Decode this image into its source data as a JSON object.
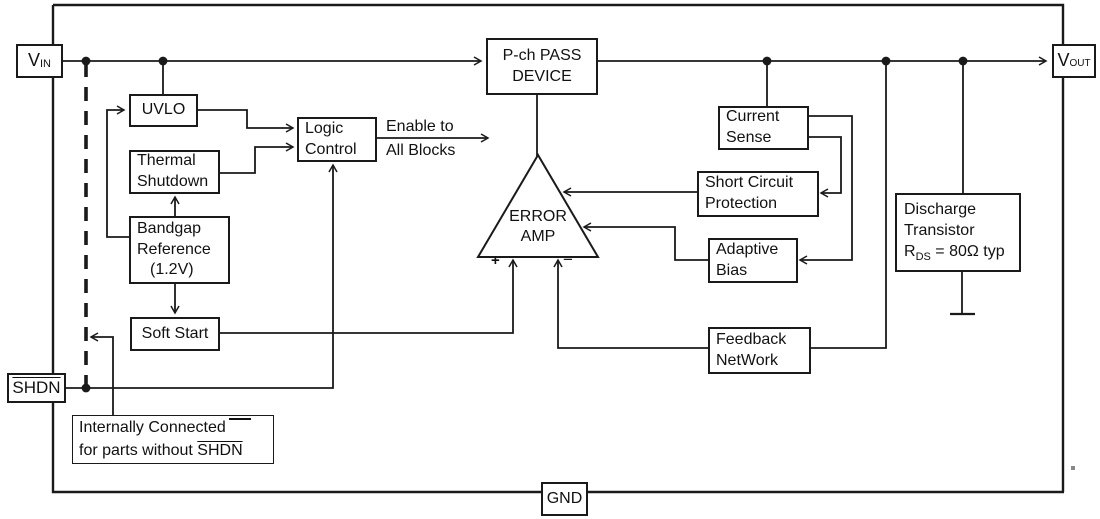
{
  "diagram": {
    "pins": {
      "vin": {
        "main": "V",
        "sub": "IN"
      },
      "vout": {
        "main": "V",
        "sub": "OUT"
      },
      "shdn": {
        "label": "SHDN"
      },
      "gnd": {
        "label": "GND"
      }
    },
    "blocks": {
      "uvlo": {
        "label": "UVLO"
      },
      "thermal_shutdown": {
        "line1": "Thermal",
        "line2": "Shutdown"
      },
      "bandgap": {
        "line1": "Bandgap",
        "line2": "Reference",
        "line3": "(1.2V)"
      },
      "soft_start": {
        "label": "Soft Start"
      },
      "logic_control": {
        "line1": "Logic",
        "line2": "Control"
      },
      "pass_device": {
        "line1": "P-ch PASS",
        "line2": "DEVICE"
      },
      "error_amp": {
        "line1": "ERROR",
        "line2": "AMP",
        "plus": "+",
        "minus": "−"
      },
      "current_sense": {
        "line1": "Current",
        "line2": "Sense"
      },
      "short_circuit": {
        "line1": "Short Circuit",
        "line2": "Protection"
      },
      "adaptive_bias": {
        "line1": "Adaptive",
        "line2": "Bias"
      },
      "feedback": {
        "line1": "Feedback",
        "line2": "NetWork"
      },
      "discharge": {
        "line1": "Discharge",
        "line2": "Transistor",
        "r": "R",
        "r_sub": "DS",
        "r_rest": " = 80Ω typ"
      }
    },
    "annotations": {
      "enable": {
        "line1": "Enable to",
        "line2": "All Blocks"
      },
      "note": {
        "line1": "Internally Connected",
        "line2_prefix": "for parts without ",
        "line2_shdn": "SHDN"
      }
    },
    "colors": {
      "line": "#1a1a1a",
      "background": "#ffffff"
    }
  }
}
